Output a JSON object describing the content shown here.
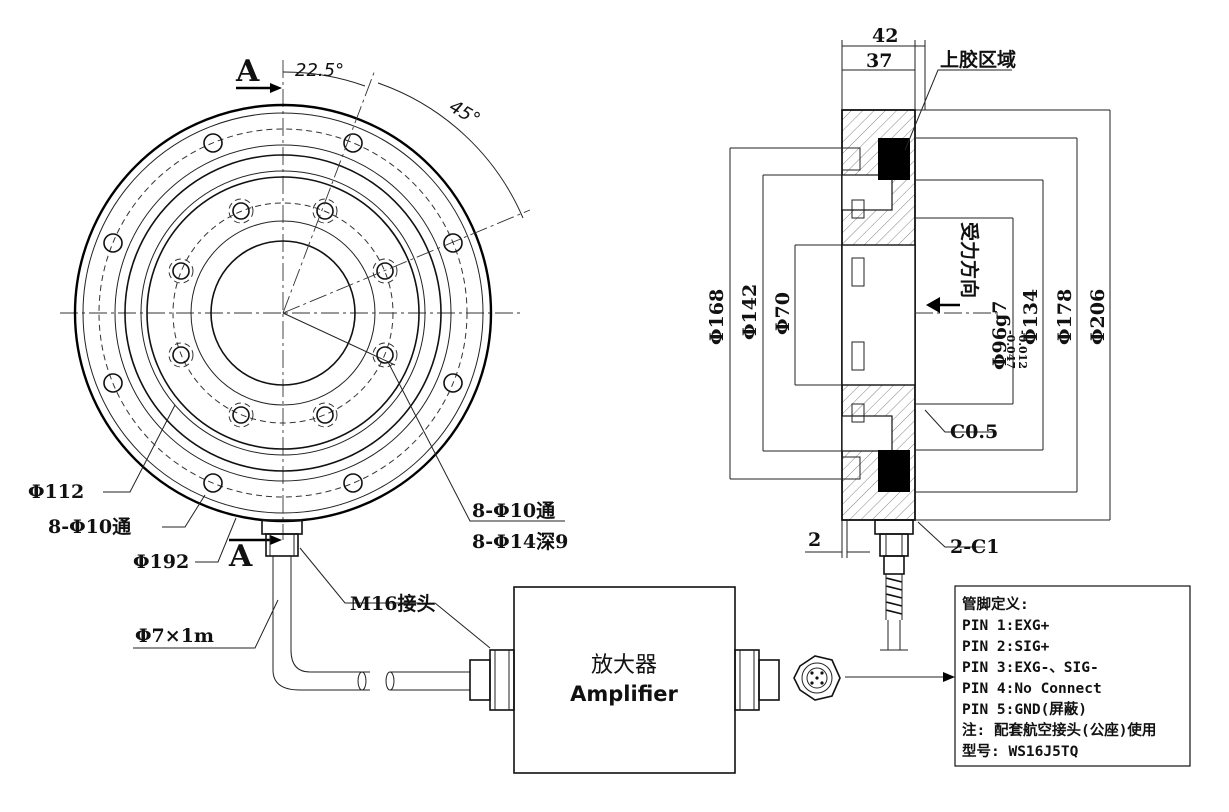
{
  "section_marks": {
    "top": "A",
    "bottom": "A"
  },
  "front_view": {
    "angle_small": "22.5°",
    "angle_large": "45°",
    "dim_d112": "Φ112",
    "dim_holes_outer": "8-Φ10通",
    "dim_d192": "Φ192",
    "dim_holes_inner_1": "8-Φ10通",
    "dim_holes_inner_2": "8-Φ14深9",
    "cable_dim": "Φ7×1m",
    "connector": "M16接头"
  },
  "side_view": {
    "width_42": "42",
    "width_37": "37",
    "glue_area": "上胶区域",
    "d168": "Φ168",
    "d142": "Φ142",
    "d70": "Φ70",
    "d96": "Φ96g7",
    "tol_upper": "-0.012",
    "tol_lower": "-0.047",
    "d134": "Φ134",
    "d178": "Φ178",
    "d206": "Φ206",
    "force_dir": "受力方向",
    "chamfer_c05": "C0.5",
    "chamfer_2c1": "2-C1",
    "dim_2": "2"
  },
  "amplifier": {
    "label_cn": "放大器",
    "label_en": "Amplifier"
  },
  "pin_table": {
    "title": "管脚定义:",
    "rows": [
      "PIN 1:EXG+",
      "PIN 2:SIG+",
      "PIN 3:EXG-、SIG-",
      "PIN 4:No Connect",
      "PIN 5:GND(屏蔽)",
      "注: 配套航空接头(公座)使用",
      "型号: WS16J5TQ"
    ]
  }
}
